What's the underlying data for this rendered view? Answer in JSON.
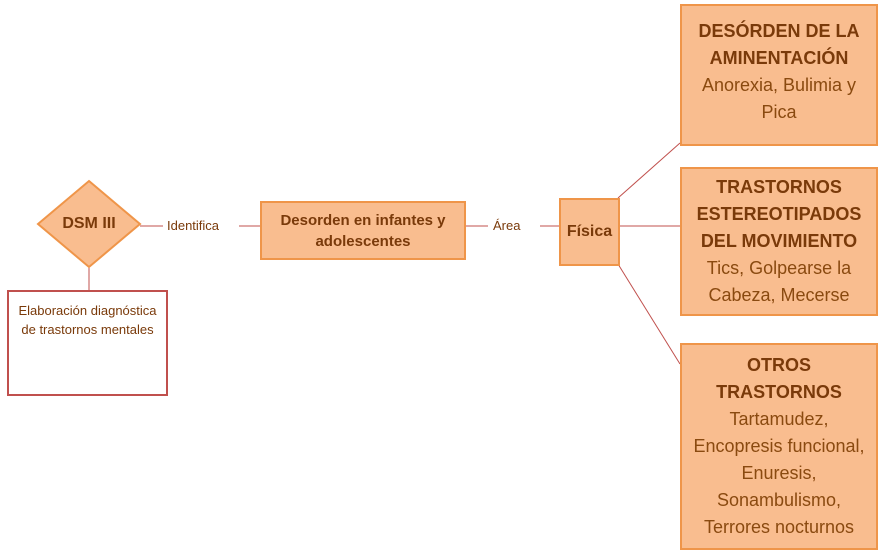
{
  "nodes": {
    "dsm": "DSM III",
    "elaboracion": "Elaboración diagnóstica de trastornos mentales",
    "desorden": "Desorden en infantes y adolescentes",
    "fisica": "Física",
    "alimentacion": {
      "title": "DESÓRDEN DE LA AMINENTACIÓN",
      "desc": "Anorexia, Bulimia y Pica"
    },
    "estereotipados": {
      "title": "TRASTORNOS ESTEREOTIPADOS DEL MOVIMIENTO",
      "desc": "Tics, Golpearse la Cabeza, Mecerse"
    },
    "otros": {
      "title": "OTROS TRASTORNOS",
      "desc": "Tartamudez, Encopresis funcional, Enuresis, Sonambulismo, Terrores nocturnos"
    }
  },
  "edge_labels": {
    "identifica": "Identifica",
    "area": "Área"
  },
  "colors": {
    "box_fill": "#f9bd8f",
    "box_border": "#ef9549",
    "text": "#7a3a0a",
    "connector": "#c0504d"
  }
}
